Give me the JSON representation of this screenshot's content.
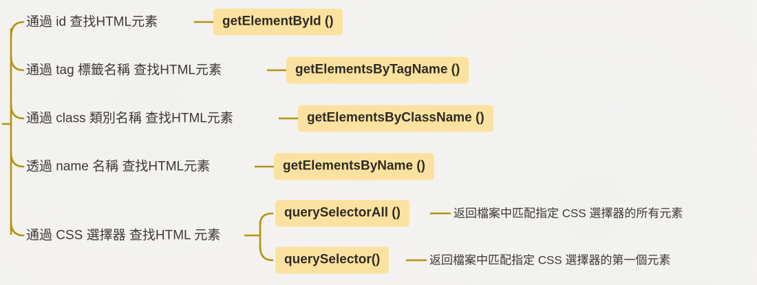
{
  "diagram": {
    "type": "mind-map",
    "title": "",
    "colors": {
      "background": "#f7f6f4",
      "branch_line": "#b59309",
      "badge_background": "#fbe2a0",
      "badge_text": "#2f2b25",
      "label_text": "#3d3a33"
    },
    "branches": [
      {
        "label": "通過 id 查找HTML元素",
        "badge": "getElementById ()",
        "description": ""
      },
      {
        "label": "通過 tag 標籤名稱 查找HTML元素",
        "badge": "getElementsByTagName ()",
        "description": ""
      },
      {
        "label": "通過 class 類別名稱 查找HTML元素",
        "badge": "getElementsByClassName ()",
        "description": ""
      },
      {
        "label": "透過 name 名稱 查找HTML元素",
        "badge": "getElementsByName ()",
        "description": ""
      },
      {
        "label": "通過 CSS 選擇器 查找HTML 元素",
        "badge": "",
        "children": [
          {
            "badge": "querySelectorAll ()",
            "description": "返回檔案中匹配指定 CSS 選擇器的所有元素"
          },
          {
            "badge": "querySelector()",
            "description": "返回檔案中匹配指定 CSS 選擇器的第一個元素"
          }
        ]
      }
    ]
  }
}
